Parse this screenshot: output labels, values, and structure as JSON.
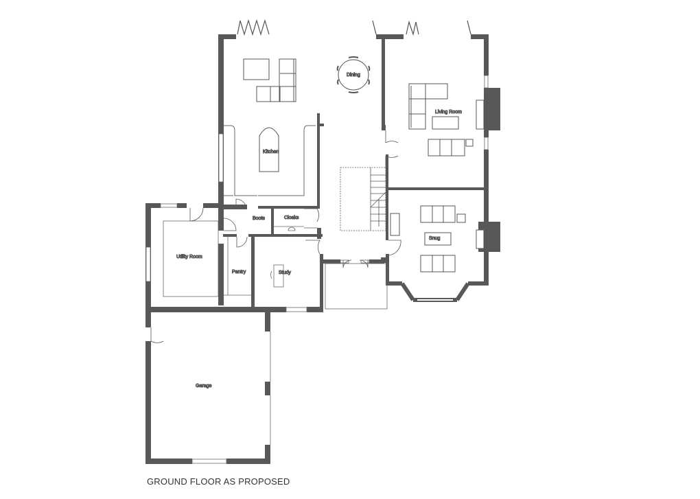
{
  "drawing": {
    "title": "GROUND FLOOR AS PROPOSED",
    "wall_color": "#58585a",
    "line_color": "#555555",
    "rooms": [
      {
        "id": "dining",
        "label": "Dining"
      },
      {
        "id": "living",
        "label": "Living Room"
      },
      {
        "id": "kitchen",
        "label": "Kitchen"
      },
      {
        "id": "boots",
        "label": "Boots"
      },
      {
        "id": "cloaks",
        "label": "Cloaks"
      },
      {
        "id": "utility",
        "label": "Utility Room"
      },
      {
        "id": "pantry",
        "label": "Pantry"
      },
      {
        "id": "study",
        "label": "Study"
      },
      {
        "id": "snug",
        "label": "Snug"
      },
      {
        "id": "garage",
        "label": "Garage"
      }
    ]
  }
}
